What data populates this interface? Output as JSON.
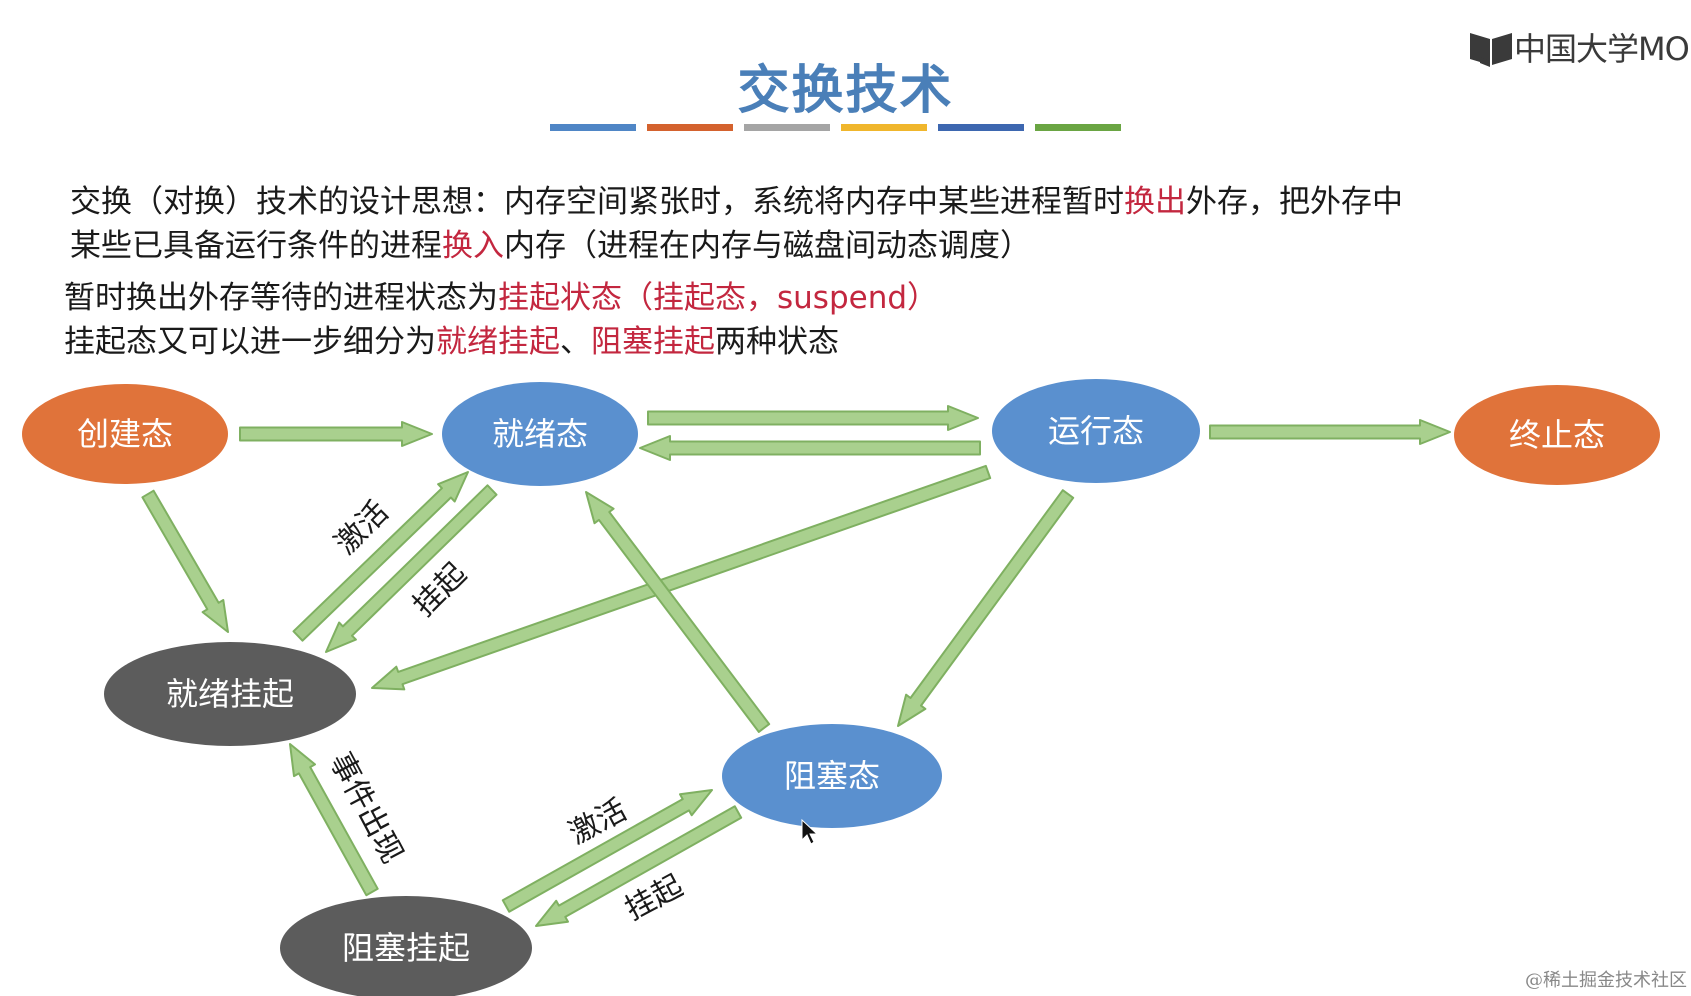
{
  "logo": {
    "text": "中国大学MO"
  },
  "title": "交换技术",
  "accent_bars": [
    "#4f86c6",
    "#d4622e",
    "#a5a5a5",
    "#f0b62c",
    "#3d67b0",
    "#6aa543"
  ],
  "paragraph1": {
    "p1": "交换（对换）技术的设计思想：内存空间紧张时，系统将内存中某些进程暂时",
    "h1": "换出",
    "p2": "外存，把外存中",
    "p3": "某些已具备运行条件的进程",
    "h2": "换入",
    "p4": "内存（进程在内存与磁盘间动态调度）"
  },
  "paragraph2": {
    "line1_a": "暂时换出外存等待的进程状态为",
    "line1_h": "挂起状态（挂起态，suspend）",
    "line2_a": "挂起态又可以进一步细分为",
    "line2_h1": "就绪挂起",
    "line2_b": "、",
    "line2_h2": "阻塞挂起",
    "line2_c": "两种状态"
  },
  "nodes": {
    "create": "创建态",
    "ready": "就绪态",
    "running": "运行态",
    "terminated": "终止态",
    "ready_suspend": "就绪挂起",
    "blocked": "阻塞态",
    "blocked_suspend": "阻塞挂起"
  },
  "edge_labels": {
    "activate1": "激活",
    "suspend1": "挂起",
    "event_occurs": "事件出现",
    "activate2": "激活",
    "suspend2": "挂起"
  },
  "colors": {
    "orange_node": "#e0733a",
    "blue_node": "#5a90cf",
    "gray_node": "#5c5c5c",
    "arrow_fill": "#a9d08e",
    "arrow_stroke": "#7fb061",
    "highlight": "#c3273f",
    "title": "#4a7fb8"
  },
  "watermark": "@稀土掘金技术社区"
}
